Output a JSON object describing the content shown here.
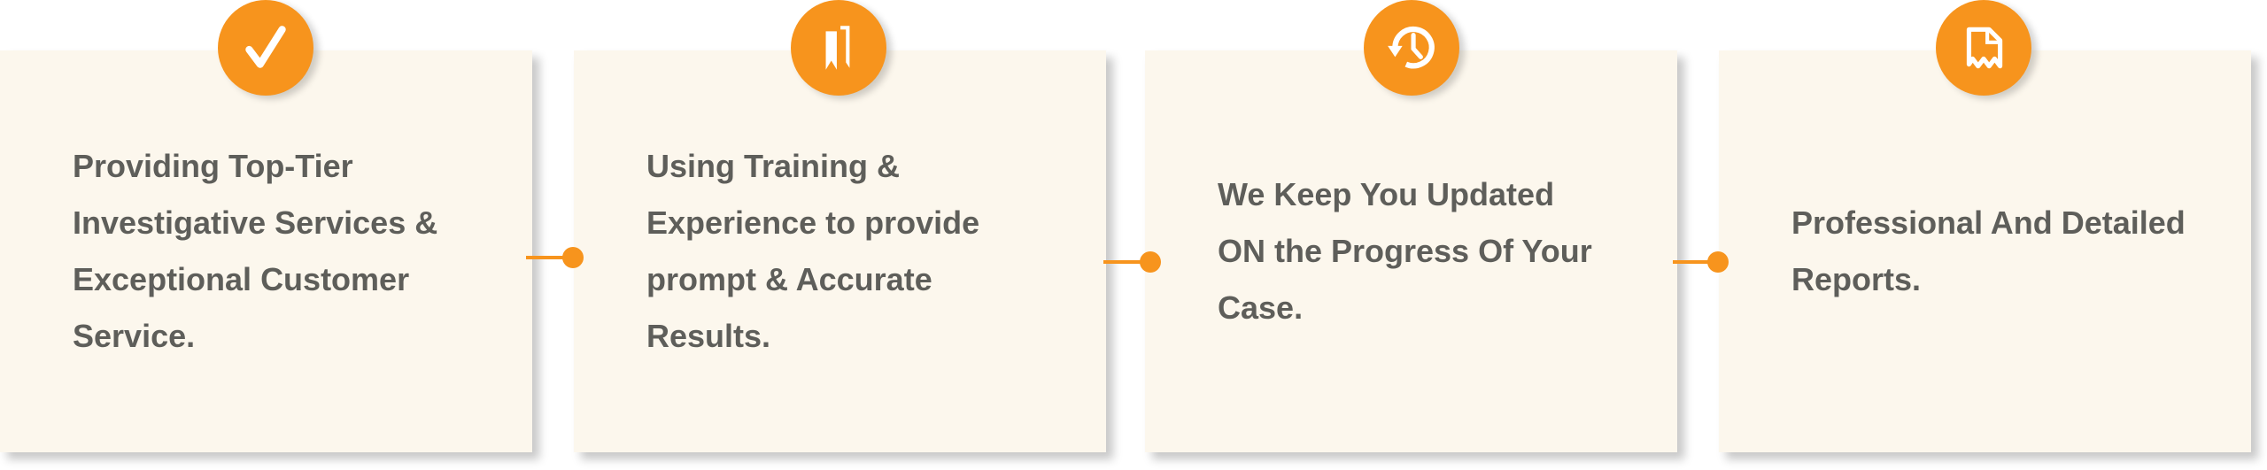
{
  "accent_color": "#f7941d",
  "cards": [
    {
      "icon": "checkmark-icon",
      "lines": [
        "Providing Top-Tier",
        "Investigative Services &",
        "Exceptional Customer",
        "Service."
      ]
    },
    {
      "icon": "bookmark-icon",
      "lines": [
        "Using Training &",
        "Experience to provide",
        "prompt & Accurate",
        "Results."
      ]
    },
    {
      "icon": "history-clock-icon",
      "lines": [
        "We Keep You Updated",
        "ON the Progress Of Your",
        "Case."
      ]
    },
    {
      "icon": "report-document-icon",
      "lines": [
        "Professional And Detailed",
        "Reports."
      ]
    }
  ]
}
